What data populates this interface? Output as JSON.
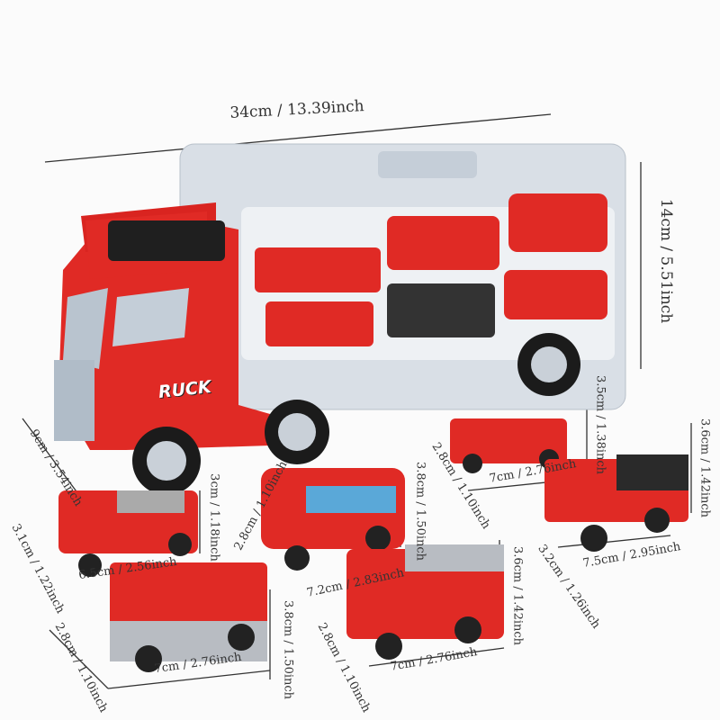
{
  "logo_text": "RUCK",
  "colors": {
    "toy_red": "#e02a25",
    "trailer_gray": "#d9dfe6",
    "wheel_gray": "#c9d0d8"
  },
  "labels": [
    "34cm / 13.39inch",
    "14cm / 5.51inch",
    "9cm / 3.54inch",
    "3.5cm / 1.38inch",
    "2.8cm / 1.10inch",
    "7cm / 2.76inch",
    "3.6cm / 1.42inch",
    "7.5cm / 2.95inch",
    "3.2cm / 1.26inch",
    "3cm / 1.18inch",
    "6.5cm / 2.56inch",
    "3.1cm / 1.22inch",
    "3.8cm / 1.50inch",
    "2.8cm / 1.10inch",
    "7.2cm / 2.83inch",
    "3.8cm / 1.50inch",
    "7cm / 2.76inch",
    "2.8cm / 1.10inch",
    "3.6cm / 1.42inch",
    "7cm / 2.76inch",
    "2.8cm / 1.10inch"
  ]
}
